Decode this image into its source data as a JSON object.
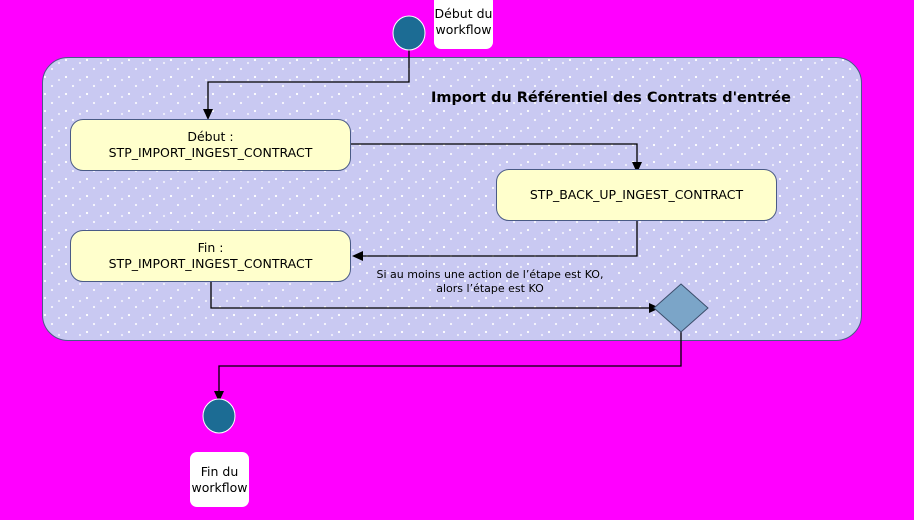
{
  "diagram": {
    "type": "uml-activity-workflow",
    "background_color": "#FF00FF",
    "title": "Import du Référentiel des Contrats d'entrée",
    "palette": {
      "panel_fill": "#C9C9F2",
      "panel_border": "#4A5B86",
      "action_fill": "#FFFFCC",
      "action_border": "#4A5B86",
      "note_fill": "#FFFFFF",
      "node_circle_fill": "#1C6C94",
      "decision_fill": "#7BA5C8",
      "connector_color": "#000000"
    }
  },
  "notes": {
    "start": {
      "line1": "Début du",
      "line2": "workflow"
    },
    "end": {
      "line1": "Fin du",
      "line2": "workflow"
    }
  },
  "nodes": {
    "start_circle": {
      "name": "initial-node"
    },
    "end_circle": {
      "name": "final-node"
    },
    "decision": {
      "name": "decision-node"
    },
    "action_debut": {
      "line1": "Début :",
      "line2": "STP_IMPORT_INGEST_CONTRACT"
    },
    "action_backup": {
      "line1": "STP_BACK_UP_INGEST_CONTRACT",
      "line2": ""
    },
    "action_fin": {
      "line1": "Fin :",
      "line2": "STP_IMPORT_INGEST_CONTRACT"
    }
  },
  "edges": {
    "ko_condition": {
      "line1": "Si au moins une action de l’étape est KO,",
      "line2": "alors l’étape est KO"
    }
  }
}
